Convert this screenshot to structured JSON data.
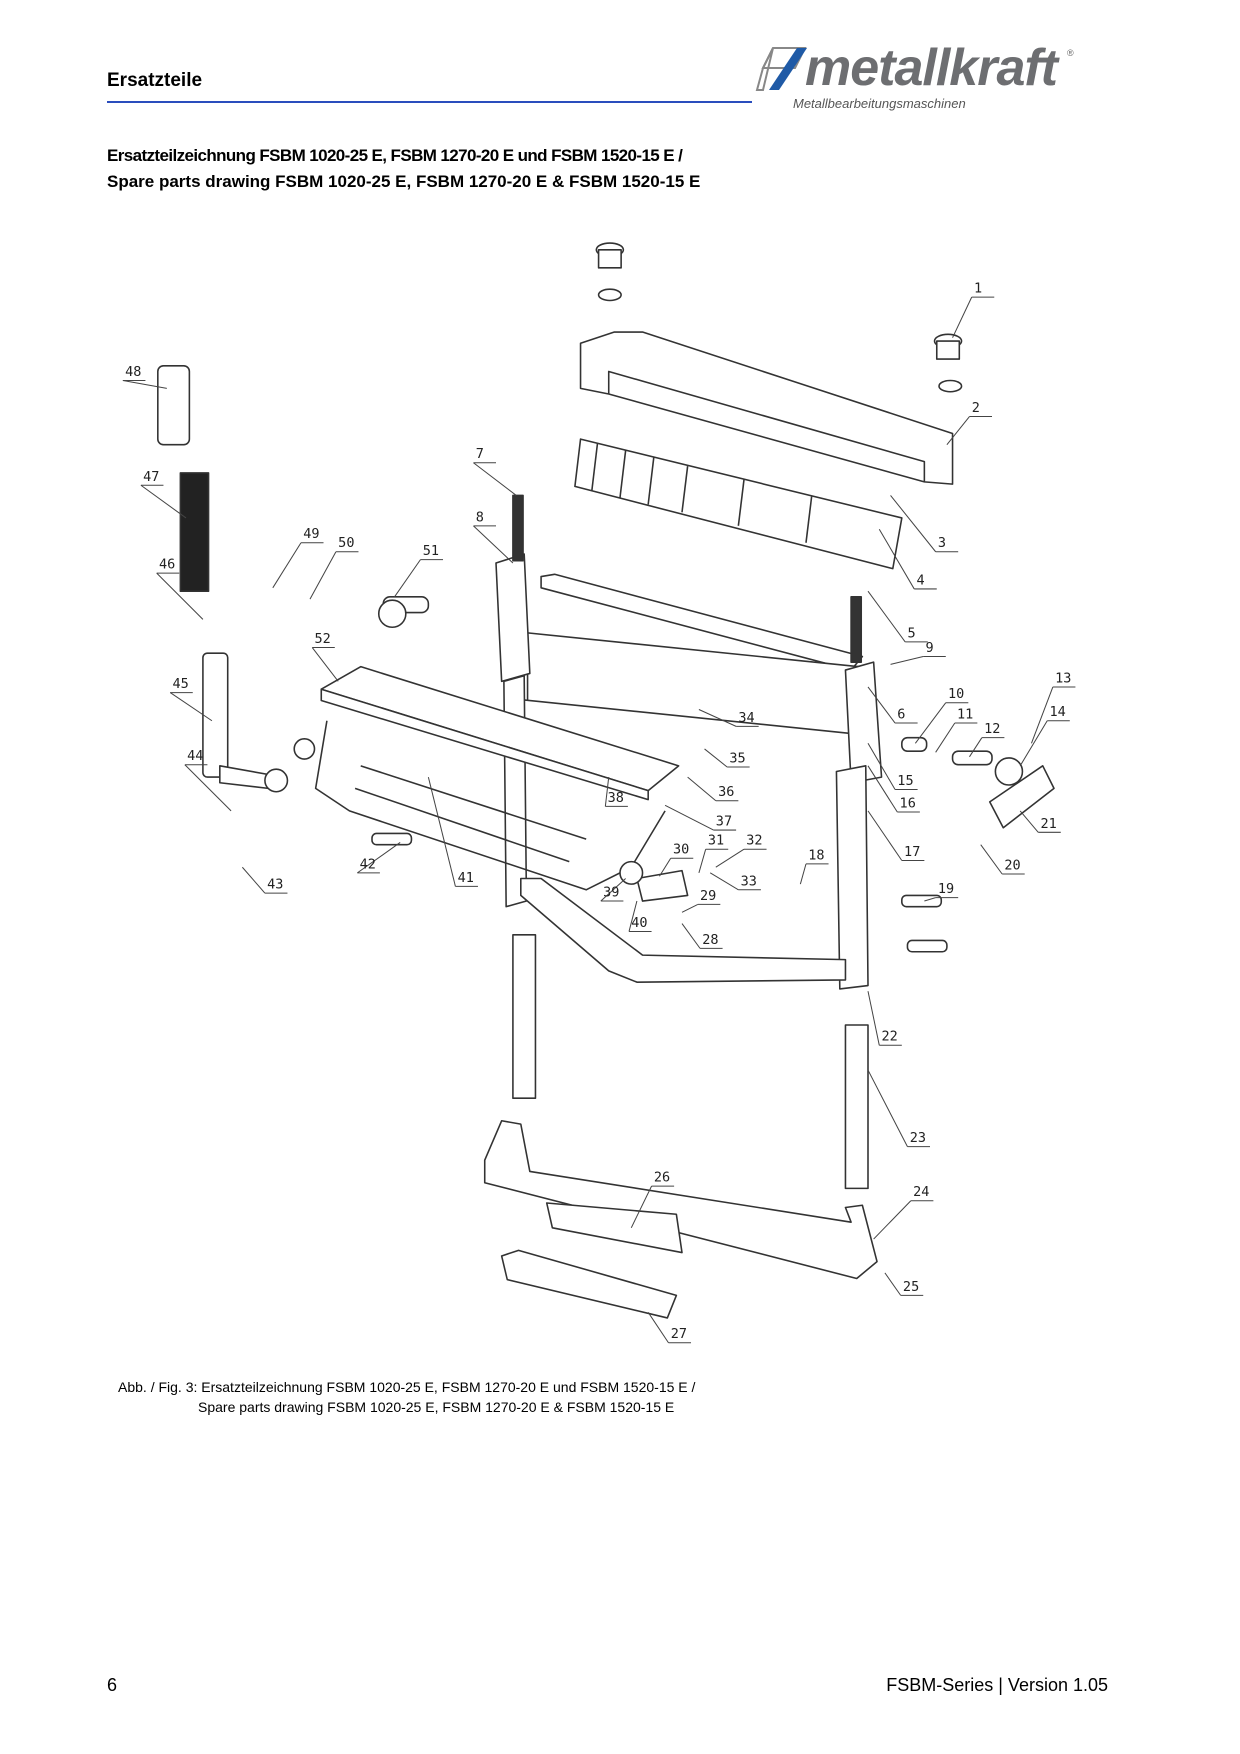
{
  "header": {
    "section_title": "Ersatzteile",
    "logo_text": "metallkraft",
    "logo_subtitle": "Metallbearbeitungsmaschinen",
    "logo_registered": "®",
    "accent_color": "#2a4dbd"
  },
  "title": {
    "line1": "Ersatzteilzeichnung FSBM 1020-25 E, FSBM 1270-20 E und FSBM 1520-15 E /",
    "line2": "Spare parts drawing FSBM 1020-25 E, FSBM 1270-20 E & FSBM 1520-15 E"
  },
  "drawing": {
    "part_numbers": [
      "1",
      "2",
      "3",
      "4",
      "5",
      "6",
      "7",
      "8",
      "9",
      "10",
      "11",
      "12",
      "13",
      "14",
      "15",
      "16",
      "17",
      "18",
      "19",
      "20",
      "21",
      "22",
      "23",
      "24",
      "25",
      "26",
      "27",
      "28",
      "29",
      "30",
      "31",
      "32",
      "33",
      "34",
      "35",
      "36",
      "37",
      "38",
      "39",
      "40",
      "41",
      "42",
      "43",
      "44",
      "45",
      "46",
      "47",
      "48",
      "49",
      "50",
      "51",
      "52"
    ]
  },
  "caption": {
    "line1": "Abb. / Fig. 3: Ersatzteilzeichnung FSBM 1020-25 E, FSBM 1270-20 E und FSBM 1520-15 E /",
    "line2": "Spare parts drawing FSBM 1020-25 E, FSBM 1270-20 E & FSBM 1520-15 E"
  },
  "footer": {
    "page_number": "6",
    "version": "FSBM-Series | Version 1.05"
  }
}
